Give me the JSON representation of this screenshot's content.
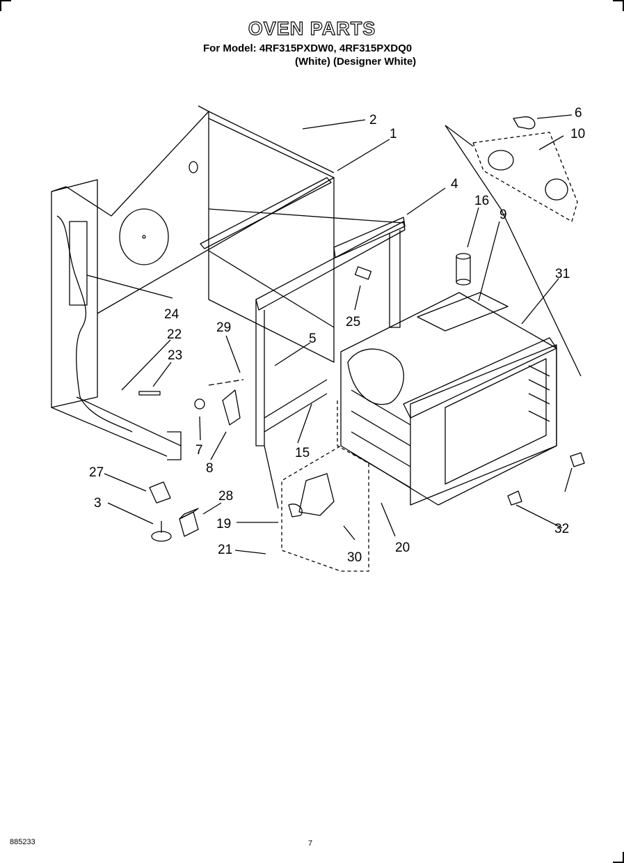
{
  "header": {
    "title": "OVEN PARTS",
    "models_line": "For Model: 4RF315PXDW0, 4RF315PXDQ0",
    "colors_line": "(White) (Designer White)"
  },
  "callouts": [
    "1",
    "2",
    "3",
    "4",
    "5",
    "6",
    "7",
    "8",
    "9",
    "10",
    "15",
    "16",
    "19",
    "20",
    "21",
    "22",
    "23",
    "24",
    "25",
    "27",
    "28",
    "29",
    "30",
    "31",
    "32"
  ],
  "footer": {
    "doc_number": "885233",
    "page_number": "7"
  }
}
